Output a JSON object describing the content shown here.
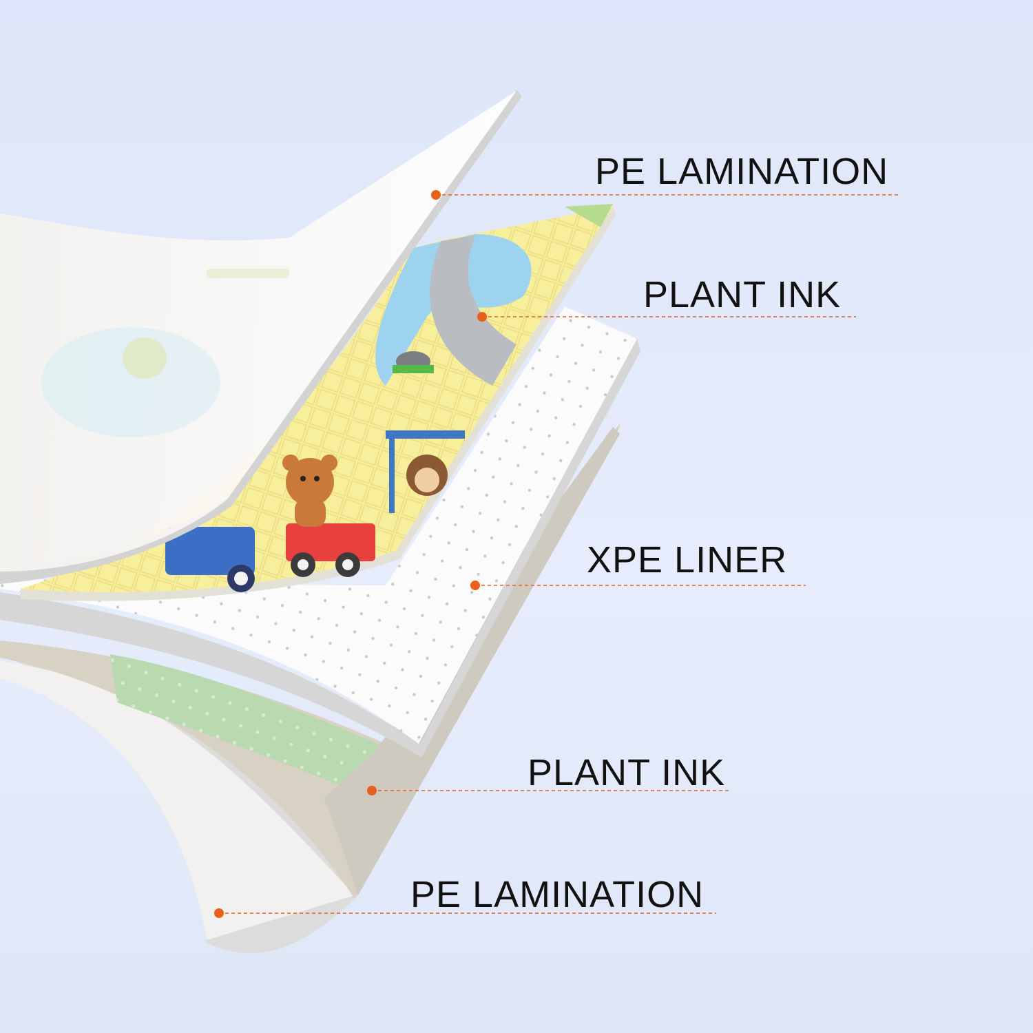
{
  "colors": {
    "background": "#e2e9fa",
    "callout_dot": "#e8601c",
    "callout_line": "#e8601c",
    "label_text": "#111111"
  },
  "layers": [
    {
      "label": "PE LAMINATION"
    },
    {
      "label": "PLANT INK"
    },
    {
      "label": "XPE LINER"
    },
    {
      "label": "PLANT INK"
    },
    {
      "label": "PE LAMINATION"
    }
  ]
}
